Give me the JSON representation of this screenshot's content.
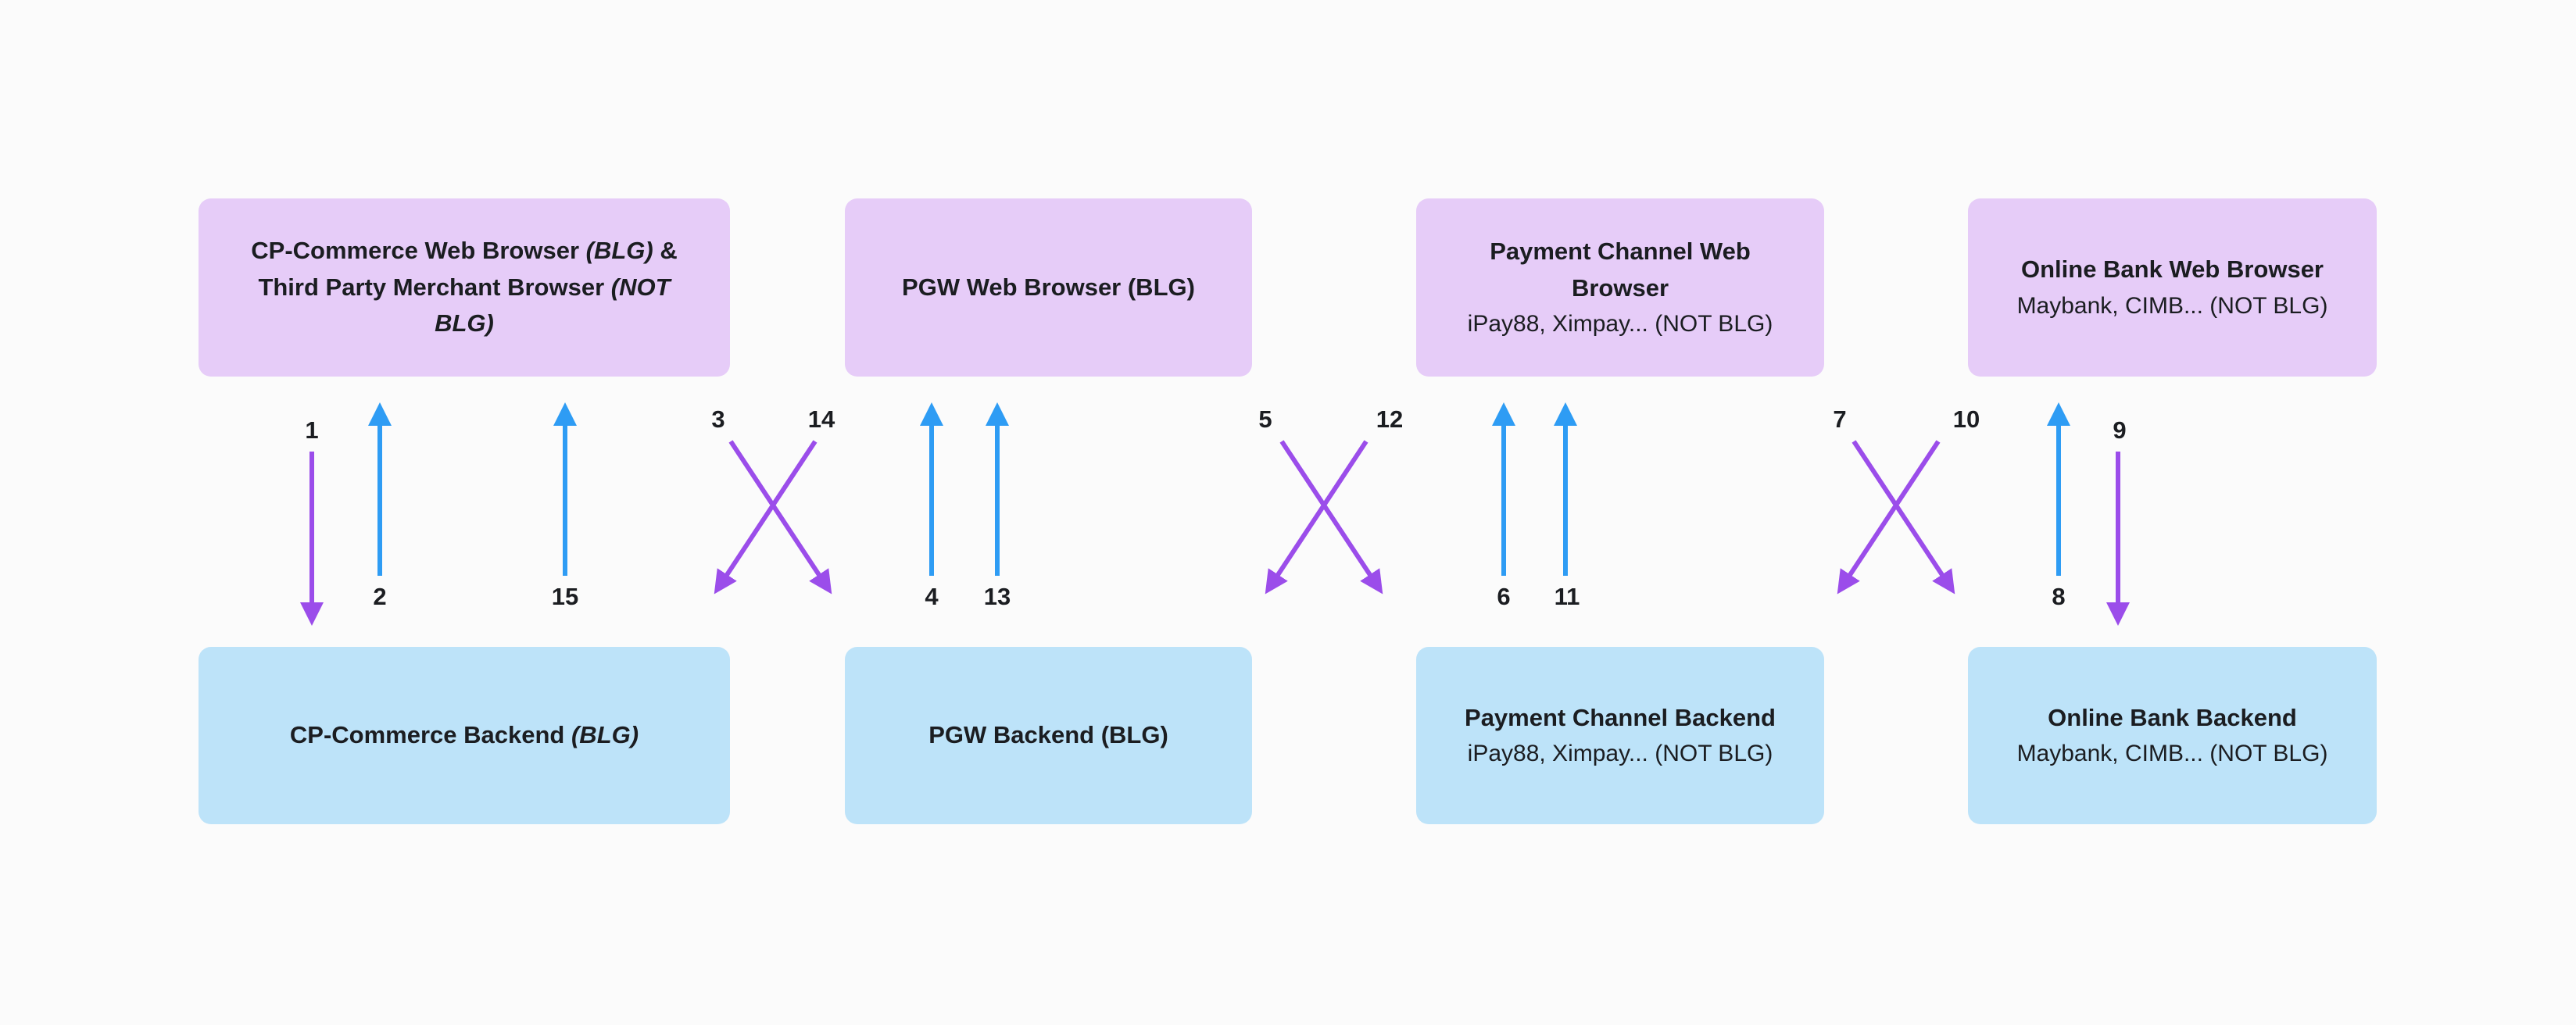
{
  "colors": {
    "background": "#fbfbfb",
    "text": "#1b1d21",
    "browser_box_fill": "#e6ccf8",
    "backend_box_fill": "#bde3f9",
    "redirect_arrow_purple": "#9b4dea",
    "response_arrow_blue": "#2e9cf4"
  },
  "boxes": {
    "browsers": [
      {
        "title_segments": [
          {
            "text": "CP-Commerce Web Browser ",
            "italic": false
          },
          {
            "text": "(BLG)",
            "italic": true
          },
          {
            "text": " & Third Party Merchant Browser ",
            "italic": false
          },
          {
            "text": "(NOT BLG)",
            "italic": true
          }
        ]
      },
      {
        "title_segments": [
          {
            "text": "PGW Web Browser (BLG)",
            "italic": false
          }
        ]
      },
      {
        "title_segments": [
          {
            "text": "Payment Channel Web Browser",
            "italic": false
          }
        ],
        "subtitle": "iPay88, Ximpay... (NOT BLG)"
      },
      {
        "title_segments": [
          {
            "text": "Online Bank Web Browser",
            "italic": false
          }
        ],
        "subtitle": "Maybank, CIMB... (NOT BLG)"
      }
    ],
    "backends": [
      {
        "title_segments": [
          {
            "text": "CP-Commerce Backend ",
            "italic": false
          },
          {
            "text": "(BLG)",
            "italic": true
          }
        ]
      },
      {
        "title_segments": [
          {
            "text": "PGW Backend (BLG)",
            "italic": false
          }
        ]
      },
      {
        "title_segments": [
          {
            "text": "Payment Channel Backend",
            "italic": false
          }
        ],
        "subtitle": "iPay88, Ximpay... (NOT BLG)"
      },
      {
        "title_segments": [
          {
            "text": "Online Bank Backend",
            "italic": false
          }
        ],
        "subtitle": "Maybank, CIMB... (NOT BLG)"
      }
    ]
  },
  "arrows": [
    {
      "label": "1",
      "color": "purple",
      "direction": "down"
    },
    {
      "label": "2",
      "color": "blue",
      "direction": "up"
    },
    {
      "label": "3",
      "color": "purple",
      "direction": "down-right"
    },
    {
      "label": "4",
      "color": "blue",
      "direction": "up"
    },
    {
      "label": "5",
      "color": "purple",
      "direction": "down-right"
    },
    {
      "label": "6",
      "color": "blue",
      "direction": "up"
    },
    {
      "label": "7",
      "color": "purple",
      "direction": "down-right"
    },
    {
      "label": "8",
      "color": "blue",
      "direction": "up"
    },
    {
      "label": "9",
      "color": "purple",
      "direction": "down"
    },
    {
      "label": "10",
      "color": "purple",
      "direction": "down-left"
    },
    {
      "label": "11",
      "color": "blue",
      "direction": "up"
    },
    {
      "label": "12",
      "color": "purple",
      "direction": "down-left"
    },
    {
      "label": "13",
      "color": "blue",
      "direction": "up"
    },
    {
      "label": "14",
      "color": "purple",
      "direction": "down-left"
    },
    {
      "label": "15",
      "color": "blue",
      "direction": "up"
    }
  ]
}
